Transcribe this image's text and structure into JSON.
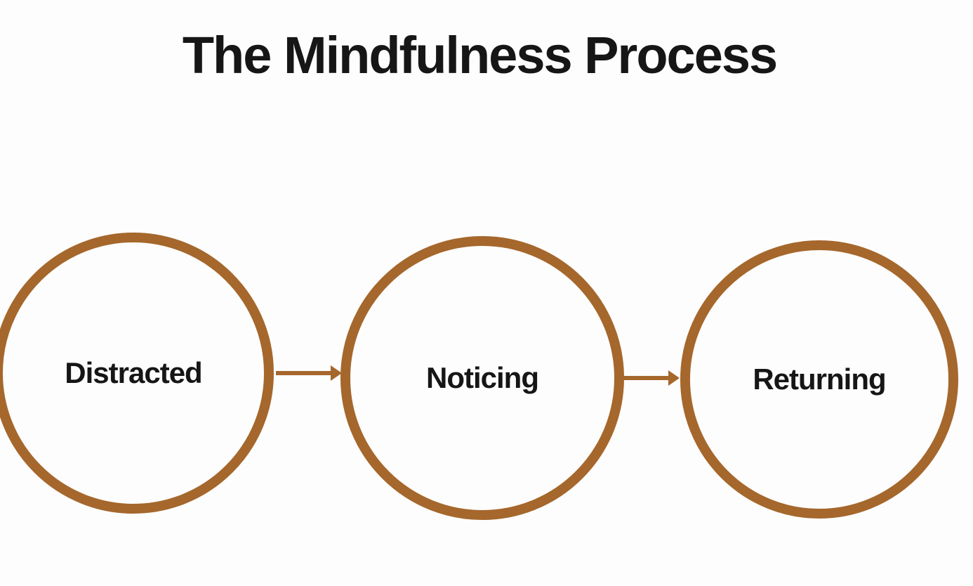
{
  "title": "The Mindfulness Process",
  "process": {
    "steps": [
      {
        "label": "Distracted"
      },
      {
        "label": "Noticing"
      },
      {
        "label": "Returning"
      }
    ],
    "connectors": [
      {
        "type": "arrow-right",
        "from": "Distracted",
        "to": "Noticing"
      },
      {
        "type": "arrow-right",
        "from": "Noticing",
        "to": "Returning"
      }
    ]
  },
  "colors": {
    "accent_brown": "#a5672c",
    "text": "#161616",
    "background": "#fdfdfd"
  }
}
